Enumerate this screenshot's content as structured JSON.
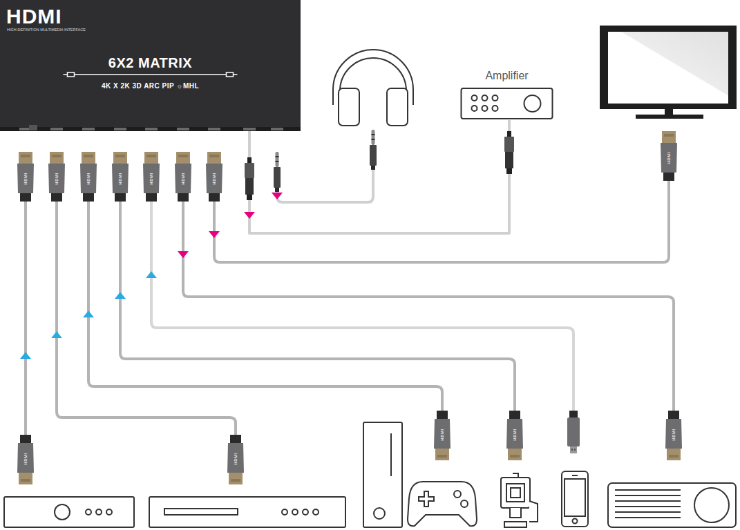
{
  "diagram": {
    "nodes": [
      {
        "text": [
          "HDMI",
          "HIGH-DEFINITION MULTIMEDIA INTERFACE",
          "6X2 MATRIX",
          "4K X 2K 3D ARC PIP ☼MHL"
        ]
      },
      {
        "text": [
          "Amplifier"
        ]
      }
    ],
    "edges": [
      {
        "from": 0,
        "to": 1,
        "arrow": "to"
      }
    ],
    "labels": [
      "HDMI",
      "HDMI",
      "HDMI",
      "HDMI",
      "HDMI",
      "HDMI",
      "HDMI",
      "HDMI",
      "HDMI",
      "HDMI",
      "HDMI",
      "HDMI",
      "HDMI"
    ]
  }
}
